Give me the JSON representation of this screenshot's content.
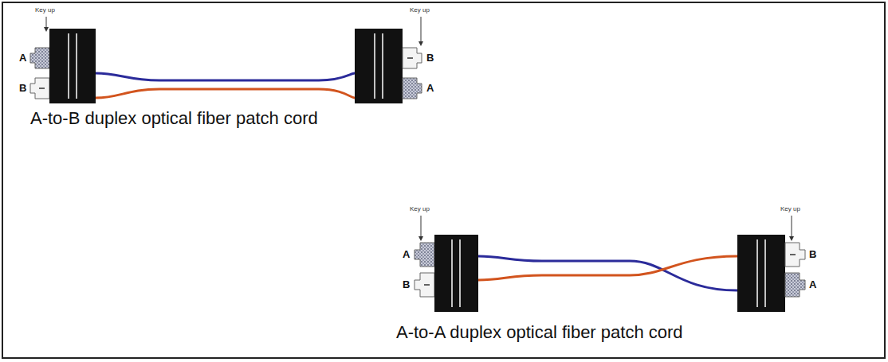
{
  "diagram": {
    "labels": [
      "Key up",
      "Key up",
      "A",
      "B",
      "B",
      "A",
      "A-to-B duplex optical fiber patch cord",
      "Key up",
      "Key up",
      "A",
      "B",
      "B",
      "A",
      "A-to-A duplex optical fiber patch cord"
    ]
  }
}
